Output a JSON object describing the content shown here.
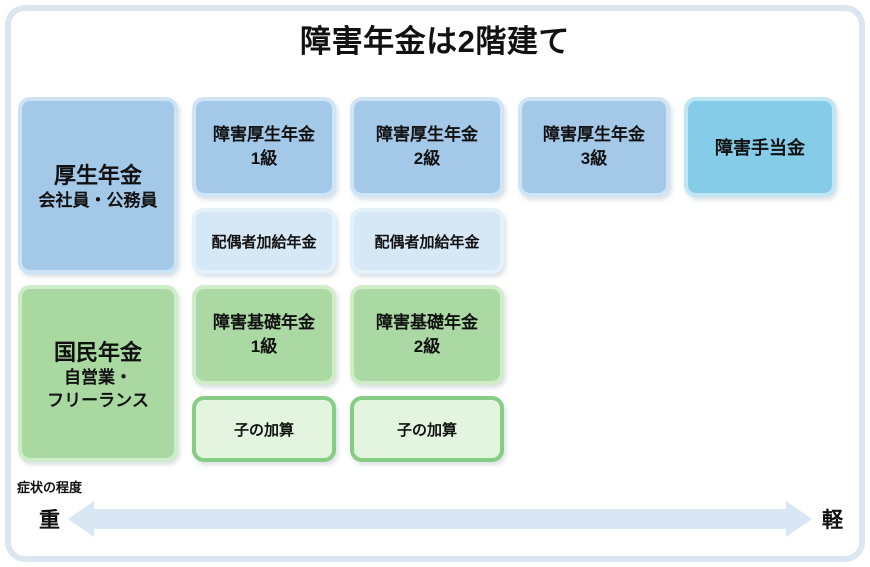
{
  "title": "障害年金は2階建て",
  "chart": {
    "employee_tier": {
      "header": {
        "title": "厚生年金",
        "subtitle": "会社員・公務員"
      },
      "benefits": [
        "障害厚生年金\n1級",
        "障害厚生年金\n2級",
        "障害厚生年金\n3級",
        "障害手当金"
      ],
      "additions": [
        "配偶者加給年金",
        "配偶者加給年金"
      ]
    },
    "national_tier": {
      "header": {
        "title": "国民年金",
        "subtitle": "自営業・\nフリーランス"
      },
      "benefits": [
        "障害基礎年金\n1級",
        "障害基礎年金\n2級"
      ],
      "additions": [
        "子の加算",
        "子の加算"
      ]
    },
    "severity_axis": {
      "caption": "症状の程度",
      "left_label": "重",
      "right_label": "軽"
    }
  },
  "colors": {
    "frame_border": "#dbe6f1",
    "employee_fill": "#a4c8e7",
    "employee_border": "#cde3f4",
    "allowance_fill": "#84cce8",
    "spouse_addition_fill": "#d6e8f6",
    "national_fill": "#a9d8a1",
    "national_border": "#cfecca",
    "child_addition_fill": "#e3f5df",
    "child_addition_border": "#85cc85",
    "arrow": "#d9e6f3",
    "text": "#111111"
  }
}
